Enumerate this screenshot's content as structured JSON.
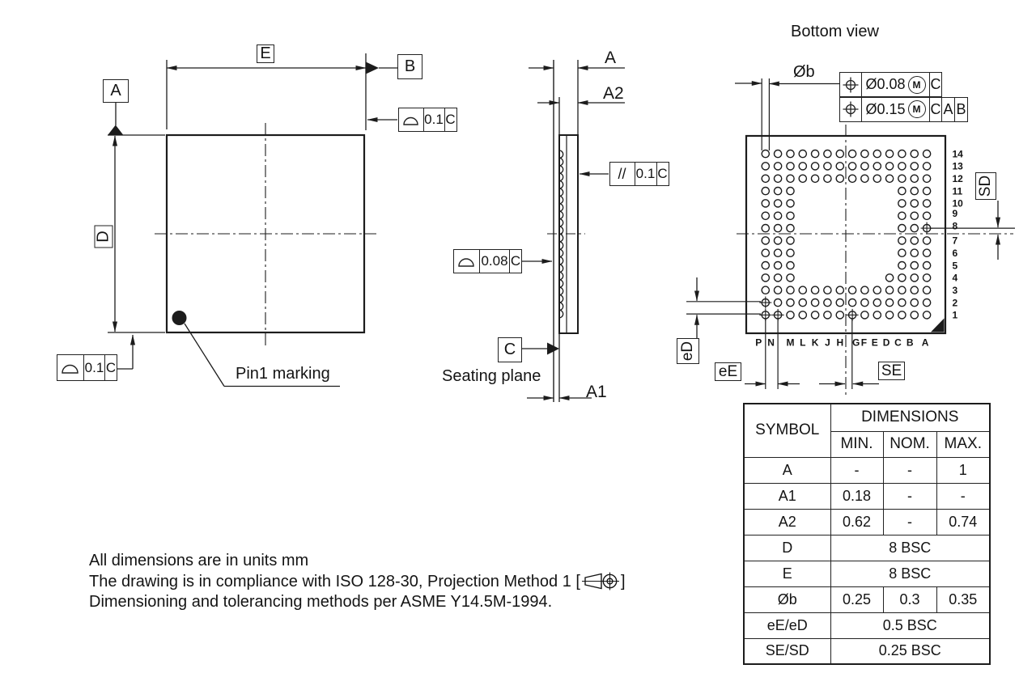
{
  "top_view": {
    "datum_a": "A",
    "datum_b": "B",
    "dim_e": "E",
    "dim_d": "D",
    "fcf_top": {
      "tol": "0.1",
      "datum": "C"
    },
    "fcf_bottom": {
      "tol": "0.1",
      "datum": "C"
    },
    "pin1_label": "Pin1 marking"
  },
  "side_view": {
    "dim_a": "A",
    "dim_a2": "A2",
    "dim_a1": "A1",
    "fcf_parallel": {
      "sym": "//",
      "tol": "0.1",
      "datum": "C"
    },
    "fcf_profile": {
      "tol": "0.08",
      "datum": "C"
    },
    "datum_c": "C",
    "seating_plane": "Seating plane"
  },
  "bottom_view": {
    "title": "Bottom view",
    "ball_dia_label": "Øb",
    "fcf_pos1": {
      "tol": "Ø0.08",
      "mod": "M",
      "datum1": "C"
    },
    "fcf_pos2": {
      "tol": "Ø0.15",
      "mod": "M",
      "datum1": "C",
      "datum2": "A",
      "datum3": "B"
    },
    "row_labels": [
      "14",
      "13",
      "12",
      "11",
      "10",
      "9",
      "8",
      "7",
      "6",
      "5",
      "4",
      "3",
      "2",
      "1"
    ],
    "col_labels": [
      "P",
      "N",
      "M",
      "L",
      "K",
      "J",
      "H",
      "G",
      "F",
      "E",
      "D",
      "C",
      "B",
      "A"
    ],
    "ball_rows": [
      "oooooooooooooo",
      "oooooooooooooo",
      "oooooooooooooo",
      "ooo........ooo",
      "ooo........ooo",
      "ooo........ooo",
      "ooo........ooo",
      "ooo........ooo",
      "ooo........ooo",
      "ooo........ooo",
      "ooo.......oooo",
      "oooooooooooooo",
      "oooooooooooooo",
      "oooooooooooooo"
    ],
    "marked_balls": [
      "P2",
      "P1",
      "N1",
      "G1",
      "A8"
    ],
    "pitch_label_ed": "eD",
    "pitch_label_ee": "eE",
    "pitch_label_se": "SE",
    "pitch_label_sd": "SD"
  },
  "table": {
    "symbol_header": "SYMBOL",
    "dimensions_header": "DIMENSIONS",
    "min_header": "MIN.",
    "nom_header": "NOM.",
    "max_header": "MAX.",
    "rows": [
      {
        "symbol": "A",
        "min": "-",
        "nom": "-",
        "max": "1"
      },
      {
        "symbol": "A1",
        "min": "0.18",
        "nom": "-",
        "max": "-"
      },
      {
        "symbol": "A2",
        "min": "0.62",
        "nom": "-",
        "max": "0.74"
      },
      {
        "symbol": "D",
        "span": "8 BSC"
      },
      {
        "symbol": "E",
        "span": "8 BSC"
      },
      {
        "symbol": "Øb",
        "min": "0.25",
        "nom": "0.3",
        "max": "0.35"
      },
      {
        "symbol": "eE/eD",
        "span": "0.5 BSC"
      },
      {
        "symbol": "SE/SD",
        "span": "0.25 BSC"
      }
    ]
  },
  "notes": {
    "line1": "All dimensions are in units mm",
    "line2_prefix": "The drawing is in compliance with ISO 128-30, Projection Method 1 [",
    "line2_suffix": "]",
    "line3": "Dimensioning and tolerancing methods per ASME Y14.5M-1994."
  }
}
